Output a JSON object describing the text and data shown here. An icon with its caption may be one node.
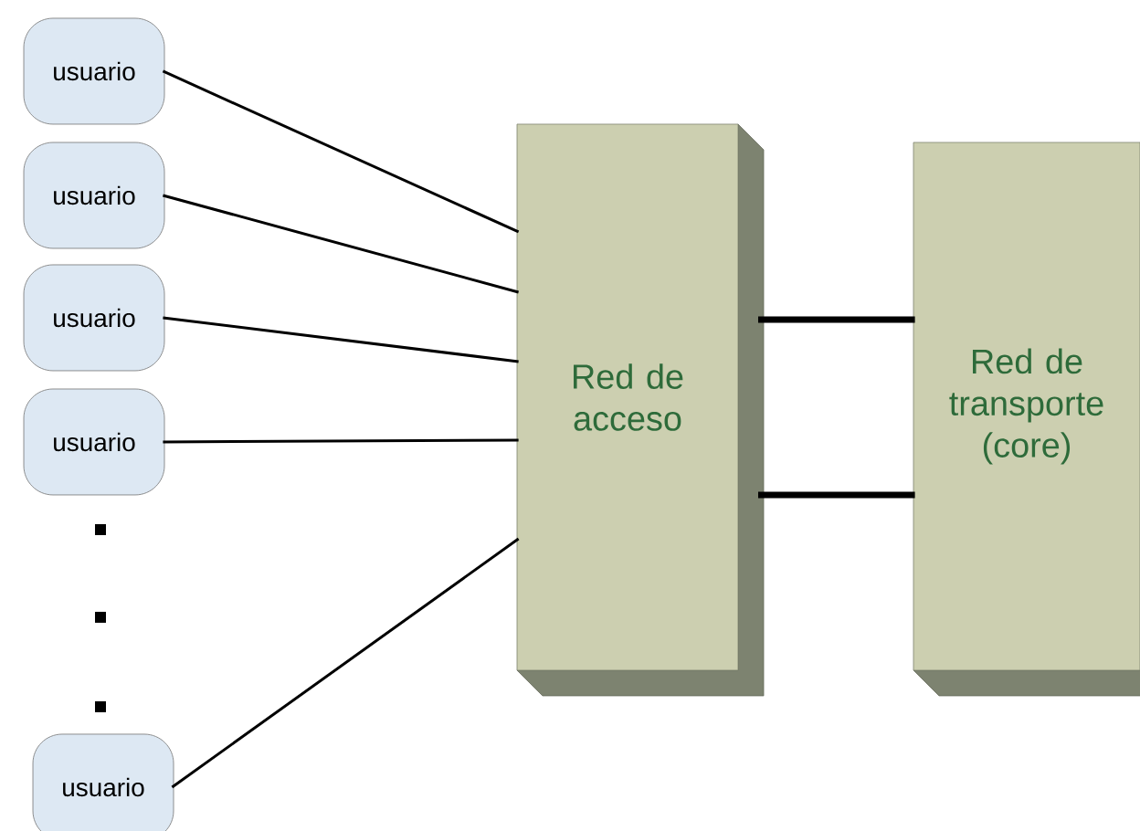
{
  "diagram": {
    "nodes": [
      {
        "text": [
          "usuario"
        ]
      },
      {
        "text": [
          "usuario"
        ]
      },
      {
        "text": [
          "usuario"
        ]
      },
      {
        "text": [
          "usuario"
        ]
      },
      {
        "text": [
          "usuario"
        ]
      },
      {
        "text": [
          "Red de acceso"
        ]
      },
      {
        "text": [
          "Red de transporte (core)"
        ]
      }
    ],
    "edges": [
      {
        "from": 0,
        "to": 5,
        "arrow": "none"
      },
      {
        "from": 1,
        "to": 5,
        "arrow": "none"
      },
      {
        "from": 2,
        "to": 5,
        "arrow": "none"
      },
      {
        "from": 3,
        "to": 5,
        "arrow": "none"
      },
      {
        "from": 4,
        "to": 5,
        "arrow": "none"
      },
      {
        "from": 5,
        "to": 6,
        "arrow": "none",
        "style": "thick"
      },
      {
        "from": 5,
        "to": 6,
        "arrow": "none",
        "style": "thick"
      }
    ]
  }
}
